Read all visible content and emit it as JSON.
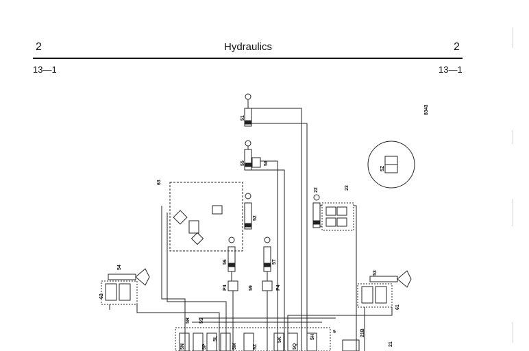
{
  "header": {
    "chapter_left": "2",
    "title": "Hydraulics",
    "chapter_right": "2",
    "section_left": "13—1",
    "section_right": "13—1"
  },
  "figure": {
    "id": "8343",
    "labels": {
      "l51": "51",
      "l55": "55",
      "l58": "58",
      "l52": "52",
      "l63": "63",
      "l22": "22",
      "l23": "23",
      "l56": "56",
      "l57": "57",
      "l54": "54",
      "l62": "62",
      "l53": "53",
      "l61": "61",
      "l59": "59",
      "lp4a": "P4",
      "lp4b": "P4",
      "l5r": "5R",
      "l5s": "5S",
      "l5": "5",
      "l21b": "21B",
      "l21": "21",
      "l5z": "5Z",
      "l5n": "5N",
      "l5p": "5P",
      "l5l": "5L",
      "l5m": "5M",
      "lz": "5Z",
      "l5q": "5Q",
      "l5k": "5K",
      "l5h": "5H"
    }
  }
}
